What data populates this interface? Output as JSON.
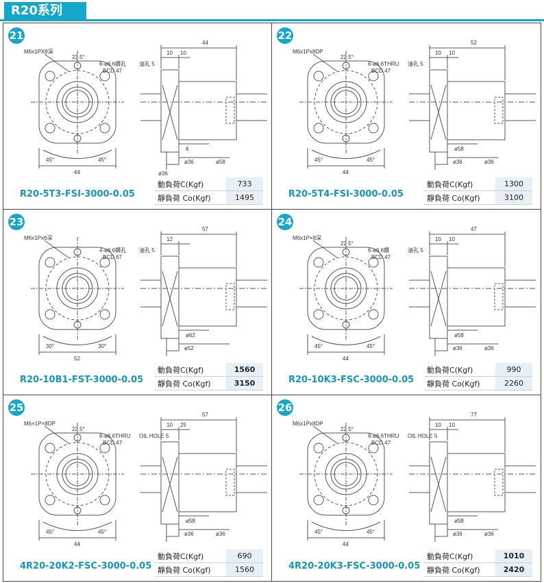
{
  "header": {
    "title": "R20系列"
  },
  "cells": [
    {
      "num": "21",
      "model": "R20-5T3-FSI-3000-0.05",
      "dyn_label": "動負荷C(Kgf)",
      "dyn_value": "733",
      "sta_label": "靜負荷 Co(Kgf)",
      "sta_value": "1495",
      "dims": {
        "a": "M6x1PX8深",
        "b": "22.5°",
        "c": "6-ø6.6鑽孔",
        "d": "BCD 47",
        "e": "44",
        "f": "45°",
        "g": "45°",
        "h": "10",
        "i": "10",
        "j": "44",
        "k": "油孔 5",
        "l": "6",
        "m": "ø36",
        "n": "ø58",
        "o": "ø36"
      }
    },
    {
      "num": "22",
      "model": "R20-5T4-FSI-3000-0.05",
      "dyn_label": "動負荷C(Kgf)",
      "dyn_value": "1300",
      "sta_label": "靜負荷 Co(Kgf)",
      "sta_value": "3100",
      "dims": {
        "a": "M6x1Px8DP",
        "b": "22.5°",
        "c": "6-ø6.6THRU",
        "d": "BCD 47",
        "e": "44",
        "f": "45°",
        "g": "45°",
        "h": "10",
        "i": "10",
        "j": "52",
        "k": "油孔 5",
        "l": "ø58",
        "m": "ø36",
        "n": "ø36",
        "o": ""
      }
    },
    {
      "num": "23",
      "model": "R20-10B1-FST-3000-0.05",
      "dyn_label": "動負荷C(Kgf)",
      "dyn_value": "1560",
      "sta_label": "靜負荷 Co(Kgf)",
      "sta_value": "3150",
      "dims": {
        "a": "M6x1Px6深",
        "b": "",
        "c": "4-ø6.6鑽孔",
        "d": "BCD 67",
        "e": "52",
        "f": "30°",
        "g": "30°",
        "h": "12",
        "i": "",
        "j": "57",
        "k": "油孔 5",
        "l": "ø62",
        "m": "ø52",
        "n": "",
        "o": ""
      }
    },
    {
      "num": "24",
      "model": "R20-10K3-FSC-3000-0.05",
      "dyn_label": "動負荷C(Kgf)",
      "dyn_value": "990",
      "sta_label": "靜負荷 Co(Kgf)",
      "sta_value": "2260",
      "dims": {
        "a": "M6x1P×8深",
        "b": "22.5°",
        "c": "6-ø6.6鑽",
        "d": "BCD 47",
        "e": "44",
        "f": "45°",
        "g": "45°",
        "h": "10",
        "i": "10",
        "j": "47",
        "k": "油孔 5",
        "l": "ø58",
        "m": "ø36",
        "n": "ø36",
        "o": ""
      }
    },
    {
      "num": "25",
      "model": "4R20-20K2-FSC-3000-0.05",
      "dyn_label": "動負荷C(Kgf)",
      "dyn_value": "690",
      "sta_label": "靜負荷 Co(Kgf)",
      "sta_value": "1560",
      "dims": {
        "a": "M6×1P×8DP",
        "b": "22.5°",
        "c": "6-ø6.6THRU",
        "d": "BCD 47",
        "e": "44",
        "f": "45°",
        "g": "45°",
        "h": "10",
        "i": "25",
        "j": "57",
        "k": "OIL HOLE 5",
        "l": "ø58",
        "m": "ø36",
        "n": "ø36",
        "o": ""
      }
    },
    {
      "num": "26",
      "model": "4R20-20K3-FSC-3000-0.05",
      "dyn_label": "動負荷C(Kgf)",
      "dyn_value": "1010",
      "sta_label": "靜負荷 Co(Kgf)",
      "sta_value": "2420",
      "dims": {
        "a": "M6x1Px8DP",
        "b": "22.5°",
        "c": "6-ø6.6THRU",
        "d": "BCD 47",
        "e": "44",
        "f": "45°",
        "g": "45°",
        "h": "10",
        "i": "10",
        "j": "77",
        "k": "OIL HOLE 5",
        "l": "ø58",
        "m": "ø36",
        "n": "ø36",
        "o": ""
      }
    }
  ],
  "colors": {
    "accent": "#13a8c9",
    "model_text": "#1597b8",
    "value_bg": "#e6f0f6"
  }
}
